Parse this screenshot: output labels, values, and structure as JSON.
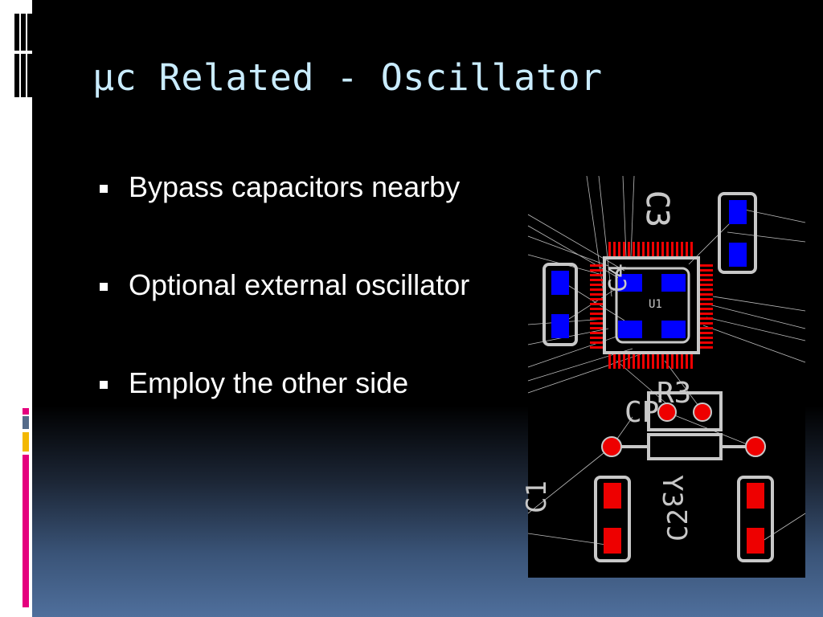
{
  "slide": {
    "title": "µc Related - Oscillator",
    "bullets": [
      "Bypass capacitors nearby",
      "Optional external oscillator",
      "Employ the other side"
    ]
  },
  "pcb_image": {
    "labels": {
      "c3": "C3",
      "c4": "C4",
      "u1": "U1",
      "r3": "R3",
      "cp": "CP",
      "y3": "Y3",
      "c1": "C1",
      "c2": "C2"
    }
  },
  "colors": {
    "title": "#c9ecff",
    "bullet_text": "#ffffff",
    "pad_blue": "#0000ff",
    "pad_red": "#ee0000",
    "silkscreen": "#c8c8c8",
    "accent_pink": "#e5007e",
    "accent_yellow": "#f3b800"
  }
}
